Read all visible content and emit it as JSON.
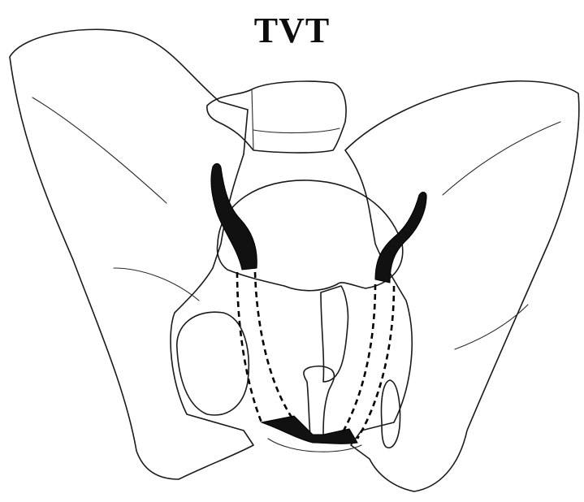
{
  "figure": {
    "title": "TVT"
  },
  "colors": {
    "background": "#ffffff",
    "bone_fill": "#e9e9e9",
    "outline": "#1a1a1a",
    "tape": "#111111"
  },
  "parts": [
    "pelvis",
    "sacrum",
    "bladder",
    "urethra",
    "tvt-tape",
    "trocar-left",
    "trocar-right"
  ]
}
